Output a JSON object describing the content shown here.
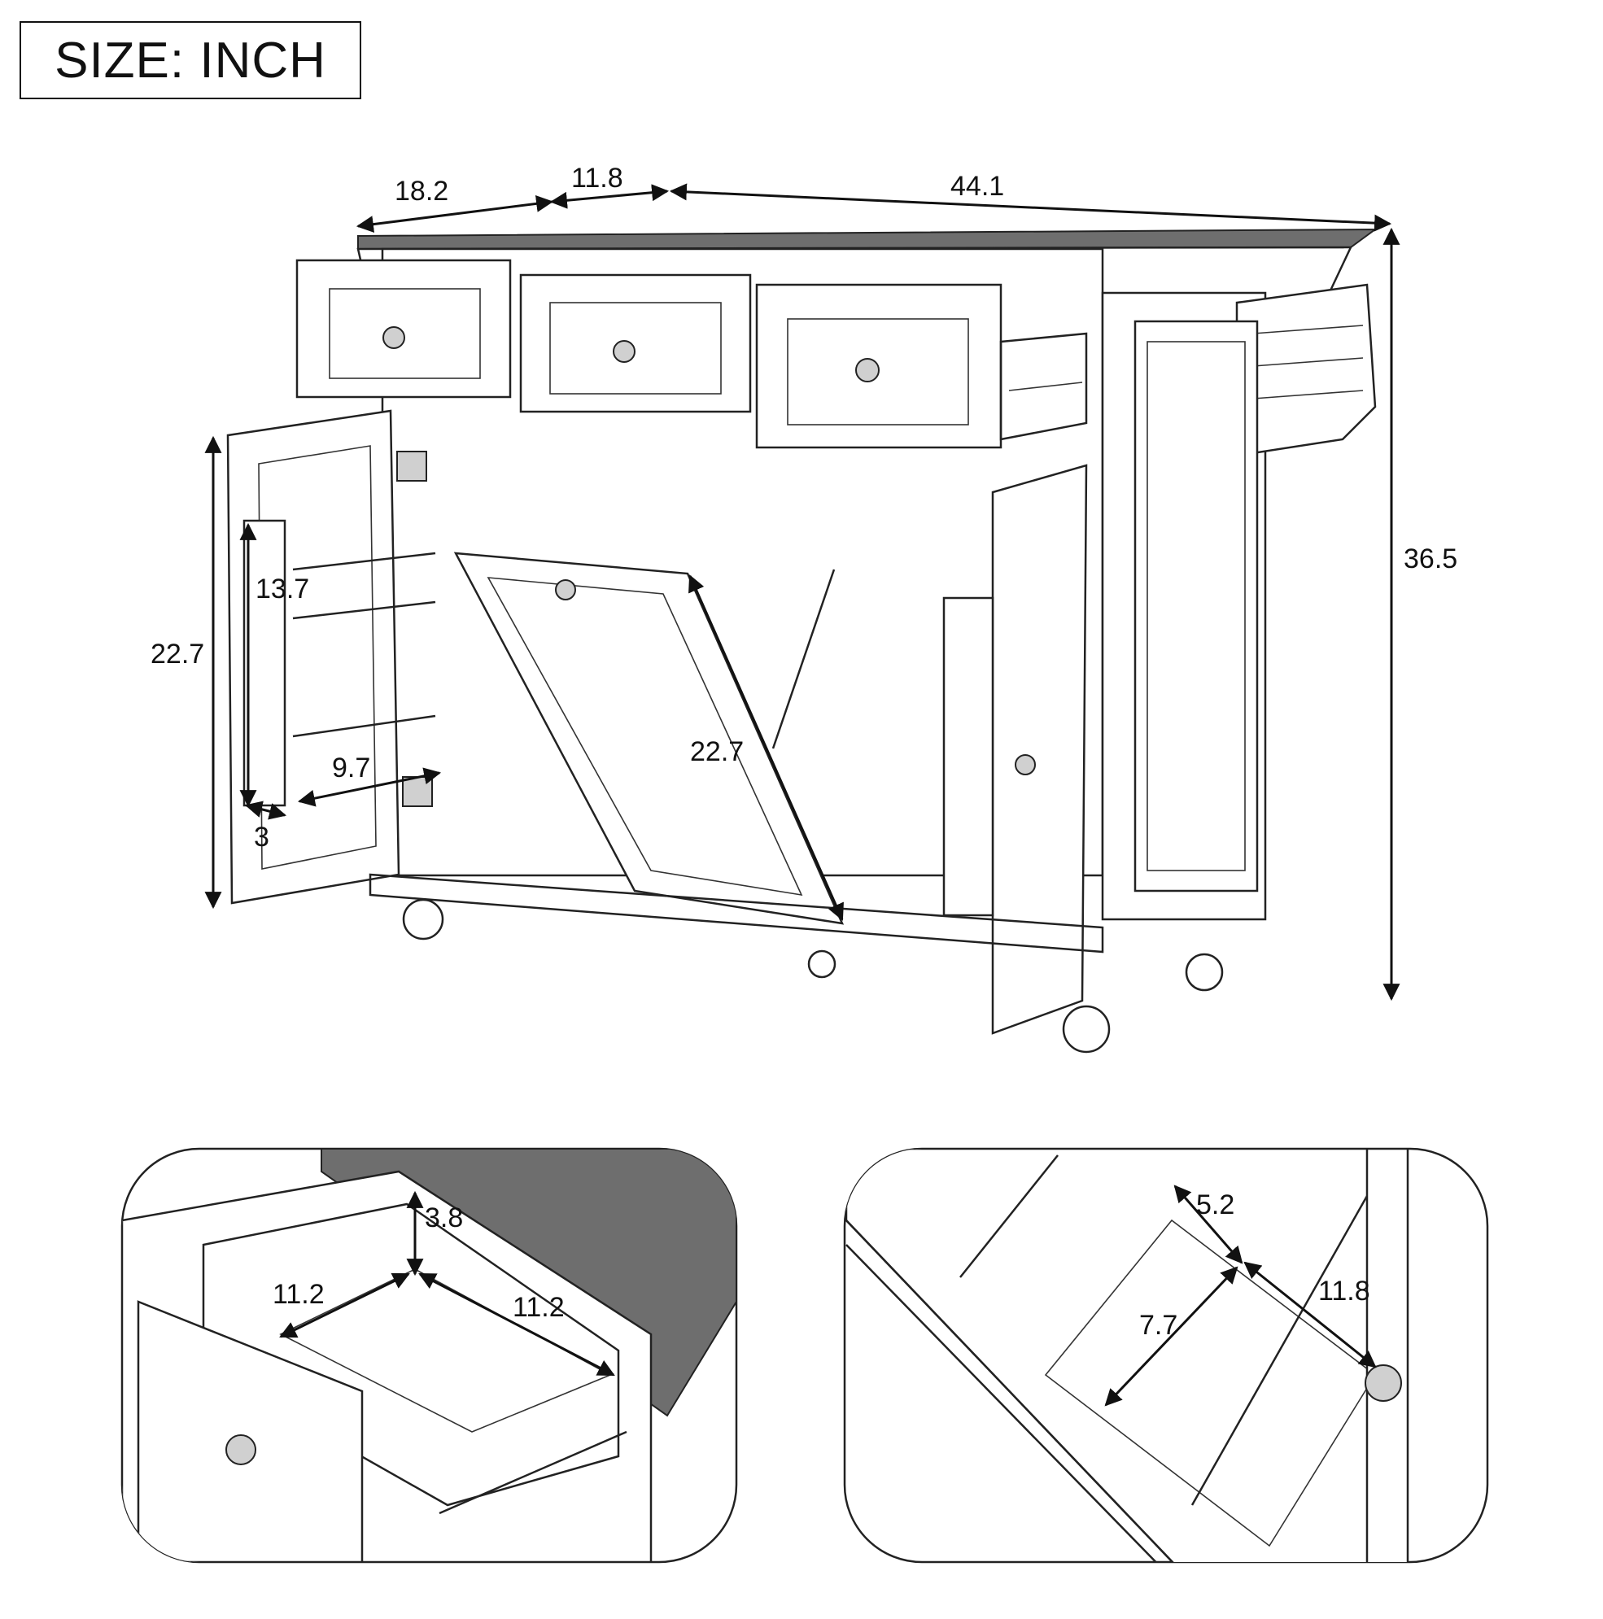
{
  "title": "SIZE: INCH",
  "dimensions": {
    "top_depth": "18.2",
    "drop_leaf": "11.8",
    "top_width": "44.1",
    "overall_height": "36.5",
    "door_height": "22.7",
    "rack_height": "13.7",
    "rack_width": "9.7",
    "rack_depth": "3",
    "trash_door_diagonal": "22.7",
    "drawer_height": "3.8",
    "drawer_width": "11.2",
    "drawer_depth": "11.2",
    "bin_top_depth": "5.2",
    "bin_height": "7.7",
    "bin_width": "11.8"
  }
}
